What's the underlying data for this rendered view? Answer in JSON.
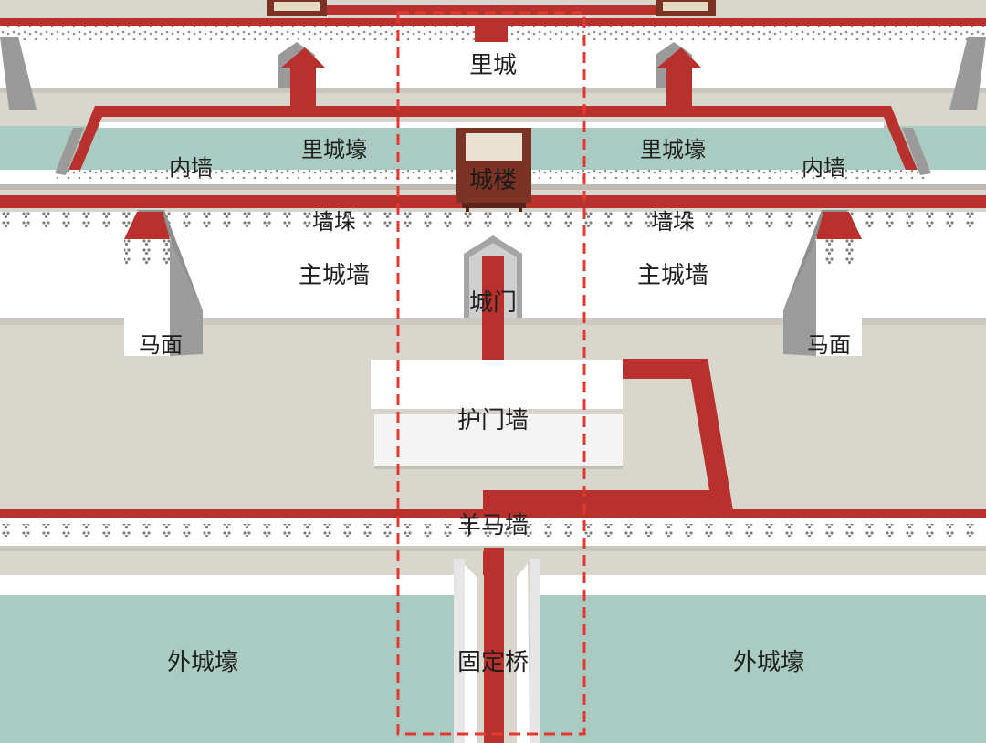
{
  "labels": {
    "inner_city": "里城",
    "inner_moat_left": "里城壕",
    "inner_moat_right": "里城壕",
    "inner_wall_left": "内墙",
    "inner_wall_right": "内墙",
    "gate_tower": "城楼",
    "battlement_left": "墙垛",
    "battlement_right": "墙垛",
    "main_wall_left": "主城墙",
    "main_wall_right": "主城墙",
    "city_gate": "城门",
    "bastion_left": "马面",
    "bastion_right": "马面",
    "screen_wall": "护门墙",
    "outer_low_wall": "羊马墙",
    "outer_moat_left": "外城壕",
    "outer_moat_right": "外城壕",
    "fixed_bridge": "固定桥"
  },
  "colors": {
    "path_red": "#b8312c",
    "highlight_dash": "#e23a33",
    "moat_water": "#a9cbc2",
    "ground": "#d9d6cd",
    "wall_face": "#ffffff",
    "wall_side": "#8f8f8f",
    "tower_roof": "#7a3324"
  }
}
